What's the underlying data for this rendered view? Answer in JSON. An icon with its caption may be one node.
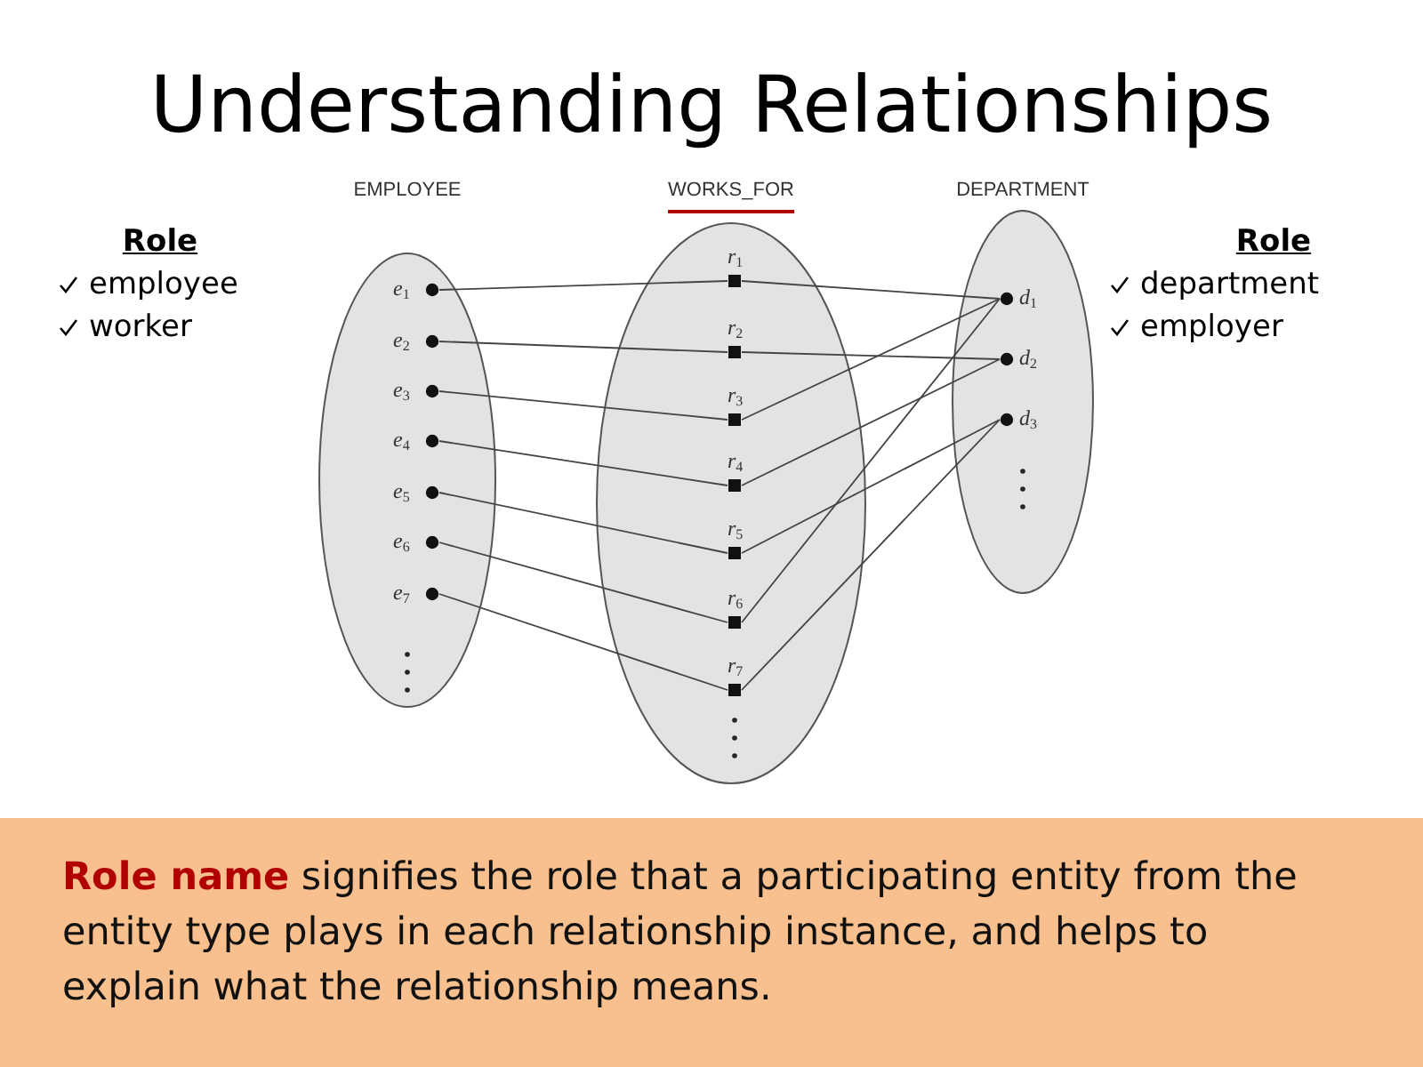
{
  "diagram": {
    "title": "Understanding Relationships",
    "nodes": [
      {
        "text": [
          "EMPLOYEE"
        ]
      },
      {
        "text": [
          "WORKS_FOR"
        ]
      },
      {
        "text": [
          "DEPARTMENT"
        ]
      },
      {
        "text": [
          "e$_{1}$"
        ],
        "in": 0
      },
      {
        "text": [
          "e$_{2}$"
        ],
        "in": 0
      },
      {
        "text": [
          "e$_{3}$"
        ],
        "in": 0
      },
      {
        "text": [
          "e$_{4}$"
        ],
        "in": 0
      },
      {
        "text": [
          "e$_{5}$"
        ],
        "in": 0
      },
      {
        "text": [
          "e$_{6}$"
        ],
        "in": 0
      },
      {
        "text": [
          "e$_{7}$"
        ],
        "in": 0
      },
      {
        "text": [
          "r$_{1}$"
        ],
        "in": 1
      },
      {
        "text": [
          "r$_{2}$"
        ],
        "in": 1
      },
      {
        "text": [
          "r$_{3}$"
        ],
        "in": 1
      },
      {
        "text": [
          "r$_{4}$"
        ],
        "in": 1
      },
      {
        "text": [
          "r$_{5}$"
        ],
        "in": 1
      },
      {
        "text": [
          "r$_{6}$"
        ],
        "in": 1
      },
      {
        "text": [
          "r$_{7}$"
        ],
        "in": 1
      },
      {
        "text": [
          "d$_{1}$"
        ],
        "in": 2
      },
      {
        "text": [
          "d$_{2}$"
        ],
        "in": 2
      },
      {
        "text": [
          "d$_{3}$"
        ],
        "in": 2
      }
    ],
    "edges": [
      {
        "from": 3,
        "to": 10,
        "arrow": "none"
      },
      {
        "from": 4,
        "to": 11,
        "arrow": "none"
      },
      {
        "from": 5,
        "to": 12,
        "arrow": "none"
      },
      {
        "from": 6,
        "to": 13,
        "arrow": "none"
      },
      {
        "from": 7,
        "to": 14,
        "arrow": "none"
      },
      {
        "from": 8,
        "to": 15,
        "arrow": "none"
      },
      {
        "from": 9,
        "to": 16,
        "arrow": "none"
      },
      {
        "from": 10,
        "to": 17,
        "arrow": "none"
      },
      {
        "from": 11,
        "to": 18,
        "arrow": "none"
      },
      {
        "from": 12,
        "to": 17,
        "arrow": "none"
      },
      {
        "from": 13,
        "to": 18,
        "arrow": "none"
      },
      {
        "from": 14,
        "to": 19,
        "arrow": "none"
      },
      {
        "from": 15,
        "to": 17,
        "arrow": "none"
      },
      {
        "from": 16,
        "to": 19,
        "arrow": "none"
      }
    ],
    "labels": [
      "Role",
      "employee",
      "worker",
      "Role",
      "department",
      "employer",
      "**Role name** signifies the role that a participating entity from the entity type plays in each relationship instance, and helps to explain what the relationship means."
    ]
  }
}
